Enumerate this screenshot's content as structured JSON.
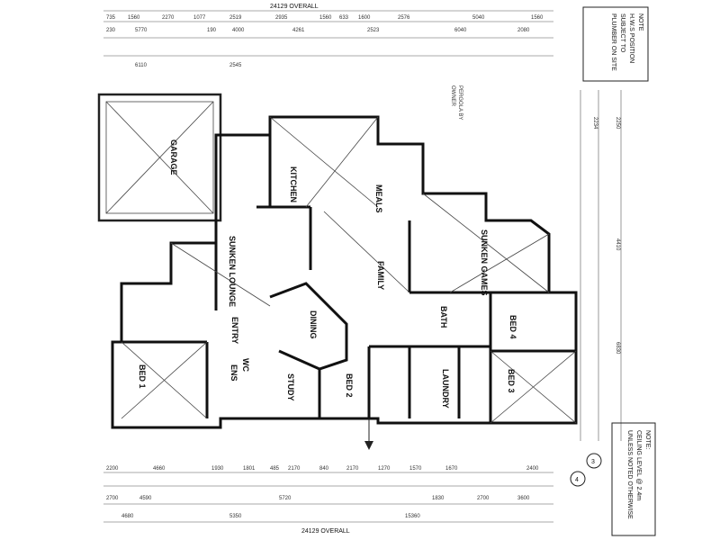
{
  "dimensions": {
    "overall_top": "24129 OVERALL",
    "overall_bottom": "24129 OVERALL",
    "top_row1": [
      "735",
      "1560",
      "2270",
      "1077",
      "2519",
      "2935",
      "1560",
      "633",
      "1600",
      "2576",
      "5040",
      "1560"
    ],
    "top_row2": [
      "230",
      "5770",
      "190",
      "4000",
      "4261",
      "2523",
      "6040",
      "2080"
    ],
    "top_row3": [
      "6110",
      "2545"
    ],
    "bottom_row1": [
      "2200",
      "4660",
      "1930",
      "1801",
      "485",
      "2170",
      "840",
      "2170",
      "1270",
      "1570",
      "1670",
      "2400"
    ],
    "bottom_row2": [
      "2700",
      "4590",
      "5720",
      "1830",
      "2700",
      "3600"
    ],
    "bottom_row3": [
      "4680",
      "5350",
      "15360"
    ],
    "right_col": [
      "2234",
      "2250",
      "4410",
      "6830"
    ]
  },
  "rooms": {
    "garage": "GARAGE",
    "kitchen": "KITCHEN",
    "meals": "MEALS",
    "sunken_lounge": "SUNKEN LOUNGE",
    "family": "FAMILY",
    "sunken_games": "SUNKEN GAMES",
    "dining": "DINING",
    "study": "STUDY",
    "bed1": "BED 1",
    "bed2": "BED 2",
    "bed3": "BED 3",
    "bed4": "BED 4",
    "ens": "ENS",
    "bath": "BATH",
    "wc": "WC",
    "entry": "ENTRY",
    "laundry": "LAUNDRY"
  },
  "notes": {
    "top_right": [
      "NOTE",
      "H.W.S POSITION",
      "SUBJECT TO",
      "PLUMBER ON SITE"
    ],
    "bottom_right": [
      "NOTE:",
      "CEILING LEVEL @ 2.4m",
      "UNLESS NOTED OTHERWISE"
    ],
    "pergola": [
      "PERGOLA BY",
      "OWNER"
    ]
  },
  "markers": [
    "3",
    "4"
  ]
}
